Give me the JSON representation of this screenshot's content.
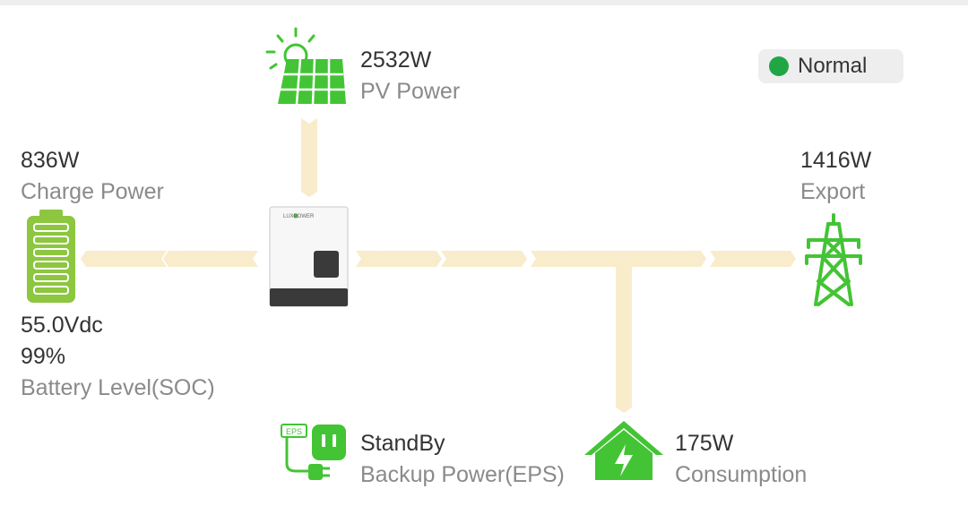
{
  "status": {
    "text": "Normal",
    "color": "#21a645"
  },
  "pv": {
    "value": "2532W",
    "label": "PV Power",
    "icon": "solar-panel-icon"
  },
  "charge": {
    "value": "836W",
    "label": "Charge Power"
  },
  "battery": {
    "voltage": "55.0Vdc",
    "soc": "99%",
    "label": "Battery Level(SOC)",
    "icon": "battery-icon",
    "level": 0.99
  },
  "grid": {
    "value": "1416W",
    "label": "Export",
    "icon": "power-tower-icon"
  },
  "eps": {
    "value": "StandBy",
    "label": "Backup Power(EPS)",
    "icon": "eps-plug-icon",
    "badge": "EPS"
  },
  "consumption": {
    "value": "175W",
    "label": "Consumption",
    "icon": "house-icon"
  },
  "inverter": {
    "brand": "LUXPOWER",
    "icon": "inverter-icon"
  },
  "colors": {
    "accent": "#43c435",
    "flow": "#f8eccb",
    "text": "#333333",
    "muted": "#8a8a8a"
  }
}
